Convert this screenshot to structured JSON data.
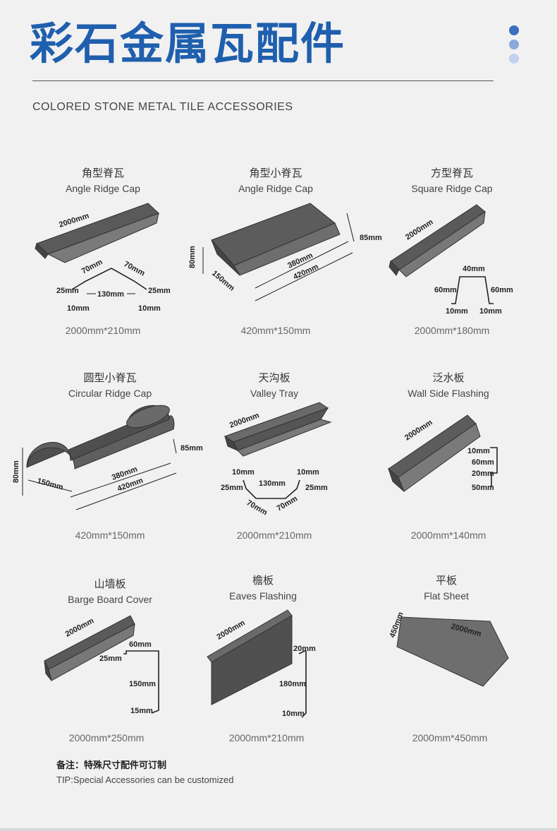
{
  "header": {
    "title": "彩石金属瓦配件",
    "subtitle": "COLORED STONE METAL TILE ACCESSORIES",
    "dot_colors": [
      "#3b6fc0",
      "#8aa9dc",
      "#c2d1ee"
    ]
  },
  "colors": {
    "accent": "#1f5fae",
    "tile_dark": "#555555",
    "tile_light": "#777777"
  },
  "products": [
    {
      "name_zh": "角型脊瓦",
      "name_en": "Angle Ridge Cap",
      "size": "2000mm*210mm",
      "labels": {
        "length": "2000mm",
        "a": "70mm",
        "b": "70mm",
        "c": "25mm",
        "d": "130mm",
        "e": "25mm",
        "f": "10mm",
        "g": "10mm"
      }
    },
    {
      "name_zh": "角型小脊瓦",
      "name_en": "Angle Ridge Cap",
      "size": "420mm*150mm",
      "labels": {
        "a": "85mm",
        "b": "80mm",
        "c": "150mm",
        "d": "380mm",
        "e": "420mm"
      }
    },
    {
      "name_zh": "方型脊瓦",
      "name_en": "Square Ridge Cap",
      "size": "2000mm*180mm",
      "labels": {
        "length": "2000mm",
        "a": "40mm",
        "b": "60mm",
        "c": "60mm",
        "d": "10mm",
        "e": "10mm"
      }
    },
    {
      "name_zh": "圆型小脊瓦",
      "name_en": "Circular Ridge Cap",
      "size": "420mm*150mm",
      "labels": {
        "a": "85mm",
        "b": "80mm",
        "c": "150mm",
        "d": "380mm",
        "e": "420mm"
      }
    },
    {
      "name_zh": "天沟板",
      "name_en": "Valley Tray",
      "size": "2000mm*210mm",
      "labels": {
        "length": "2000mm",
        "a": "10mm",
        "b": "10mm",
        "c": "25mm",
        "d": "130mm",
        "e": "25mm",
        "f": "70mm",
        "g": "70mm"
      }
    },
    {
      "name_zh": "泛水板",
      "name_en": "Wall Side Flashing",
      "size": "2000mm*140mm",
      "labels": {
        "length": "2000mm",
        "a": "10mm",
        "b": "60mm",
        "c": "20mm",
        "d": "50mm"
      }
    },
    {
      "name_zh": "山墙板",
      "name_en": "Barge Board Cover",
      "size": "2000mm*250mm",
      "labels": {
        "length": "2000mm",
        "a": "60mm",
        "b": "25mm",
        "c": "150mm",
        "d": "15mm"
      }
    },
    {
      "name_zh": "檐板",
      "name_en": "Eaves Flashing",
      "size": "2000mm*210mm",
      "labels": {
        "length": "2000mm",
        "a": "20mm",
        "b": "180mm",
        "c": "10mm"
      }
    },
    {
      "name_zh": "平板",
      "name_en": "Flat Sheet",
      "size": "2000mm*450mm",
      "labels": {
        "a": "450mm",
        "b": "2000mm"
      }
    }
  ],
  "note": {
    "zh": "备注：特殊尺寸配件可订制",
    "en": "TIP:Special Accessories can be customized"
  }
}
